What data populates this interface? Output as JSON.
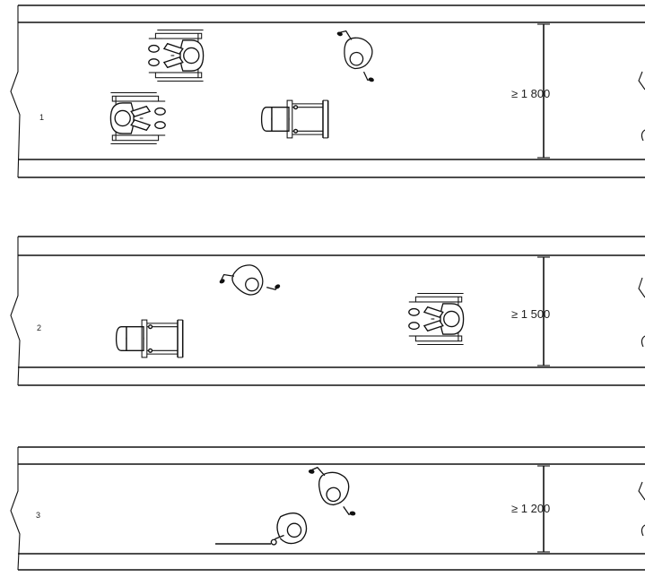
{
  "panels": [
    {
      "number": "1",
      "dimension": "≥ 1 800"
    },
    {
      "number": "2",
      "dimension": "≥ 1 500"
    },
    {
      "number": "3",
      "dimension": "≥ 1 200"
    }
  ]
}
